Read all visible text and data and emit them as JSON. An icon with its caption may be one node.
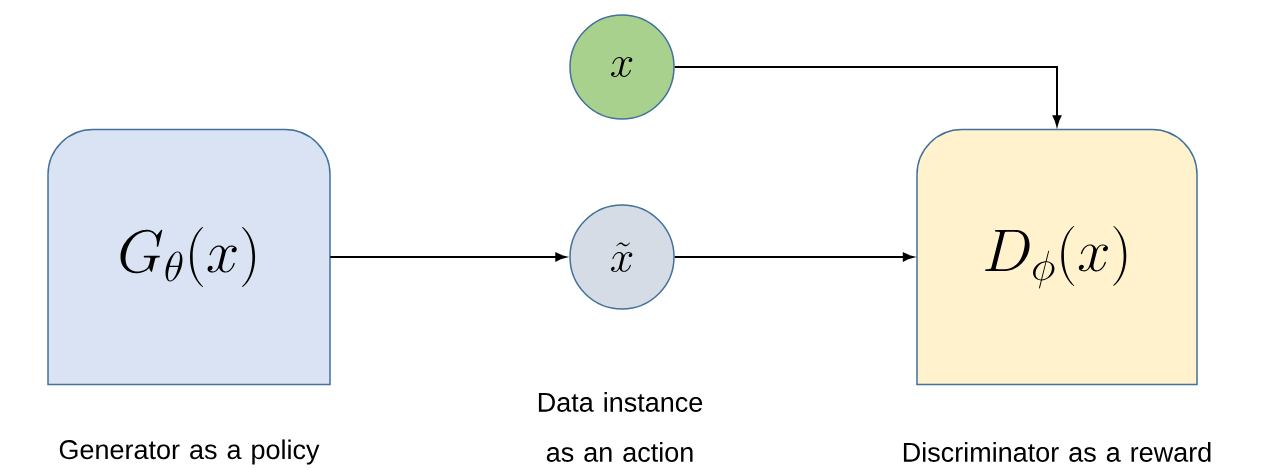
{
  "diagram": {
    "nodes": [
      {
        "text": [
          "x"
        ]
      },
      {
        "text": [
          "G_{\\theta}(x)"
        ],
        "beside": [
          "Generator as a policy"
        ]
      },
      {
        "text": [
          "\\tilde{x}"
        ],
        "beside": [
          "Data instance as an action"
        ]
      },
      {
        "text": [
          "D_{\\phi}(x)"
        ],
        "beside": [
          "Discriminator as a reward"
        ]
      }
    ],
    "edges": [
      {
        "from": 1,
        "to": 2,
        "arrow": "to"
      },
      {
        "from": 2,
        "to": 3,
        "arrow": "to"
      },
      {
        "from": 0,
        "to": 3,
        "arrow": "to"
      }
    ]
  }
}
